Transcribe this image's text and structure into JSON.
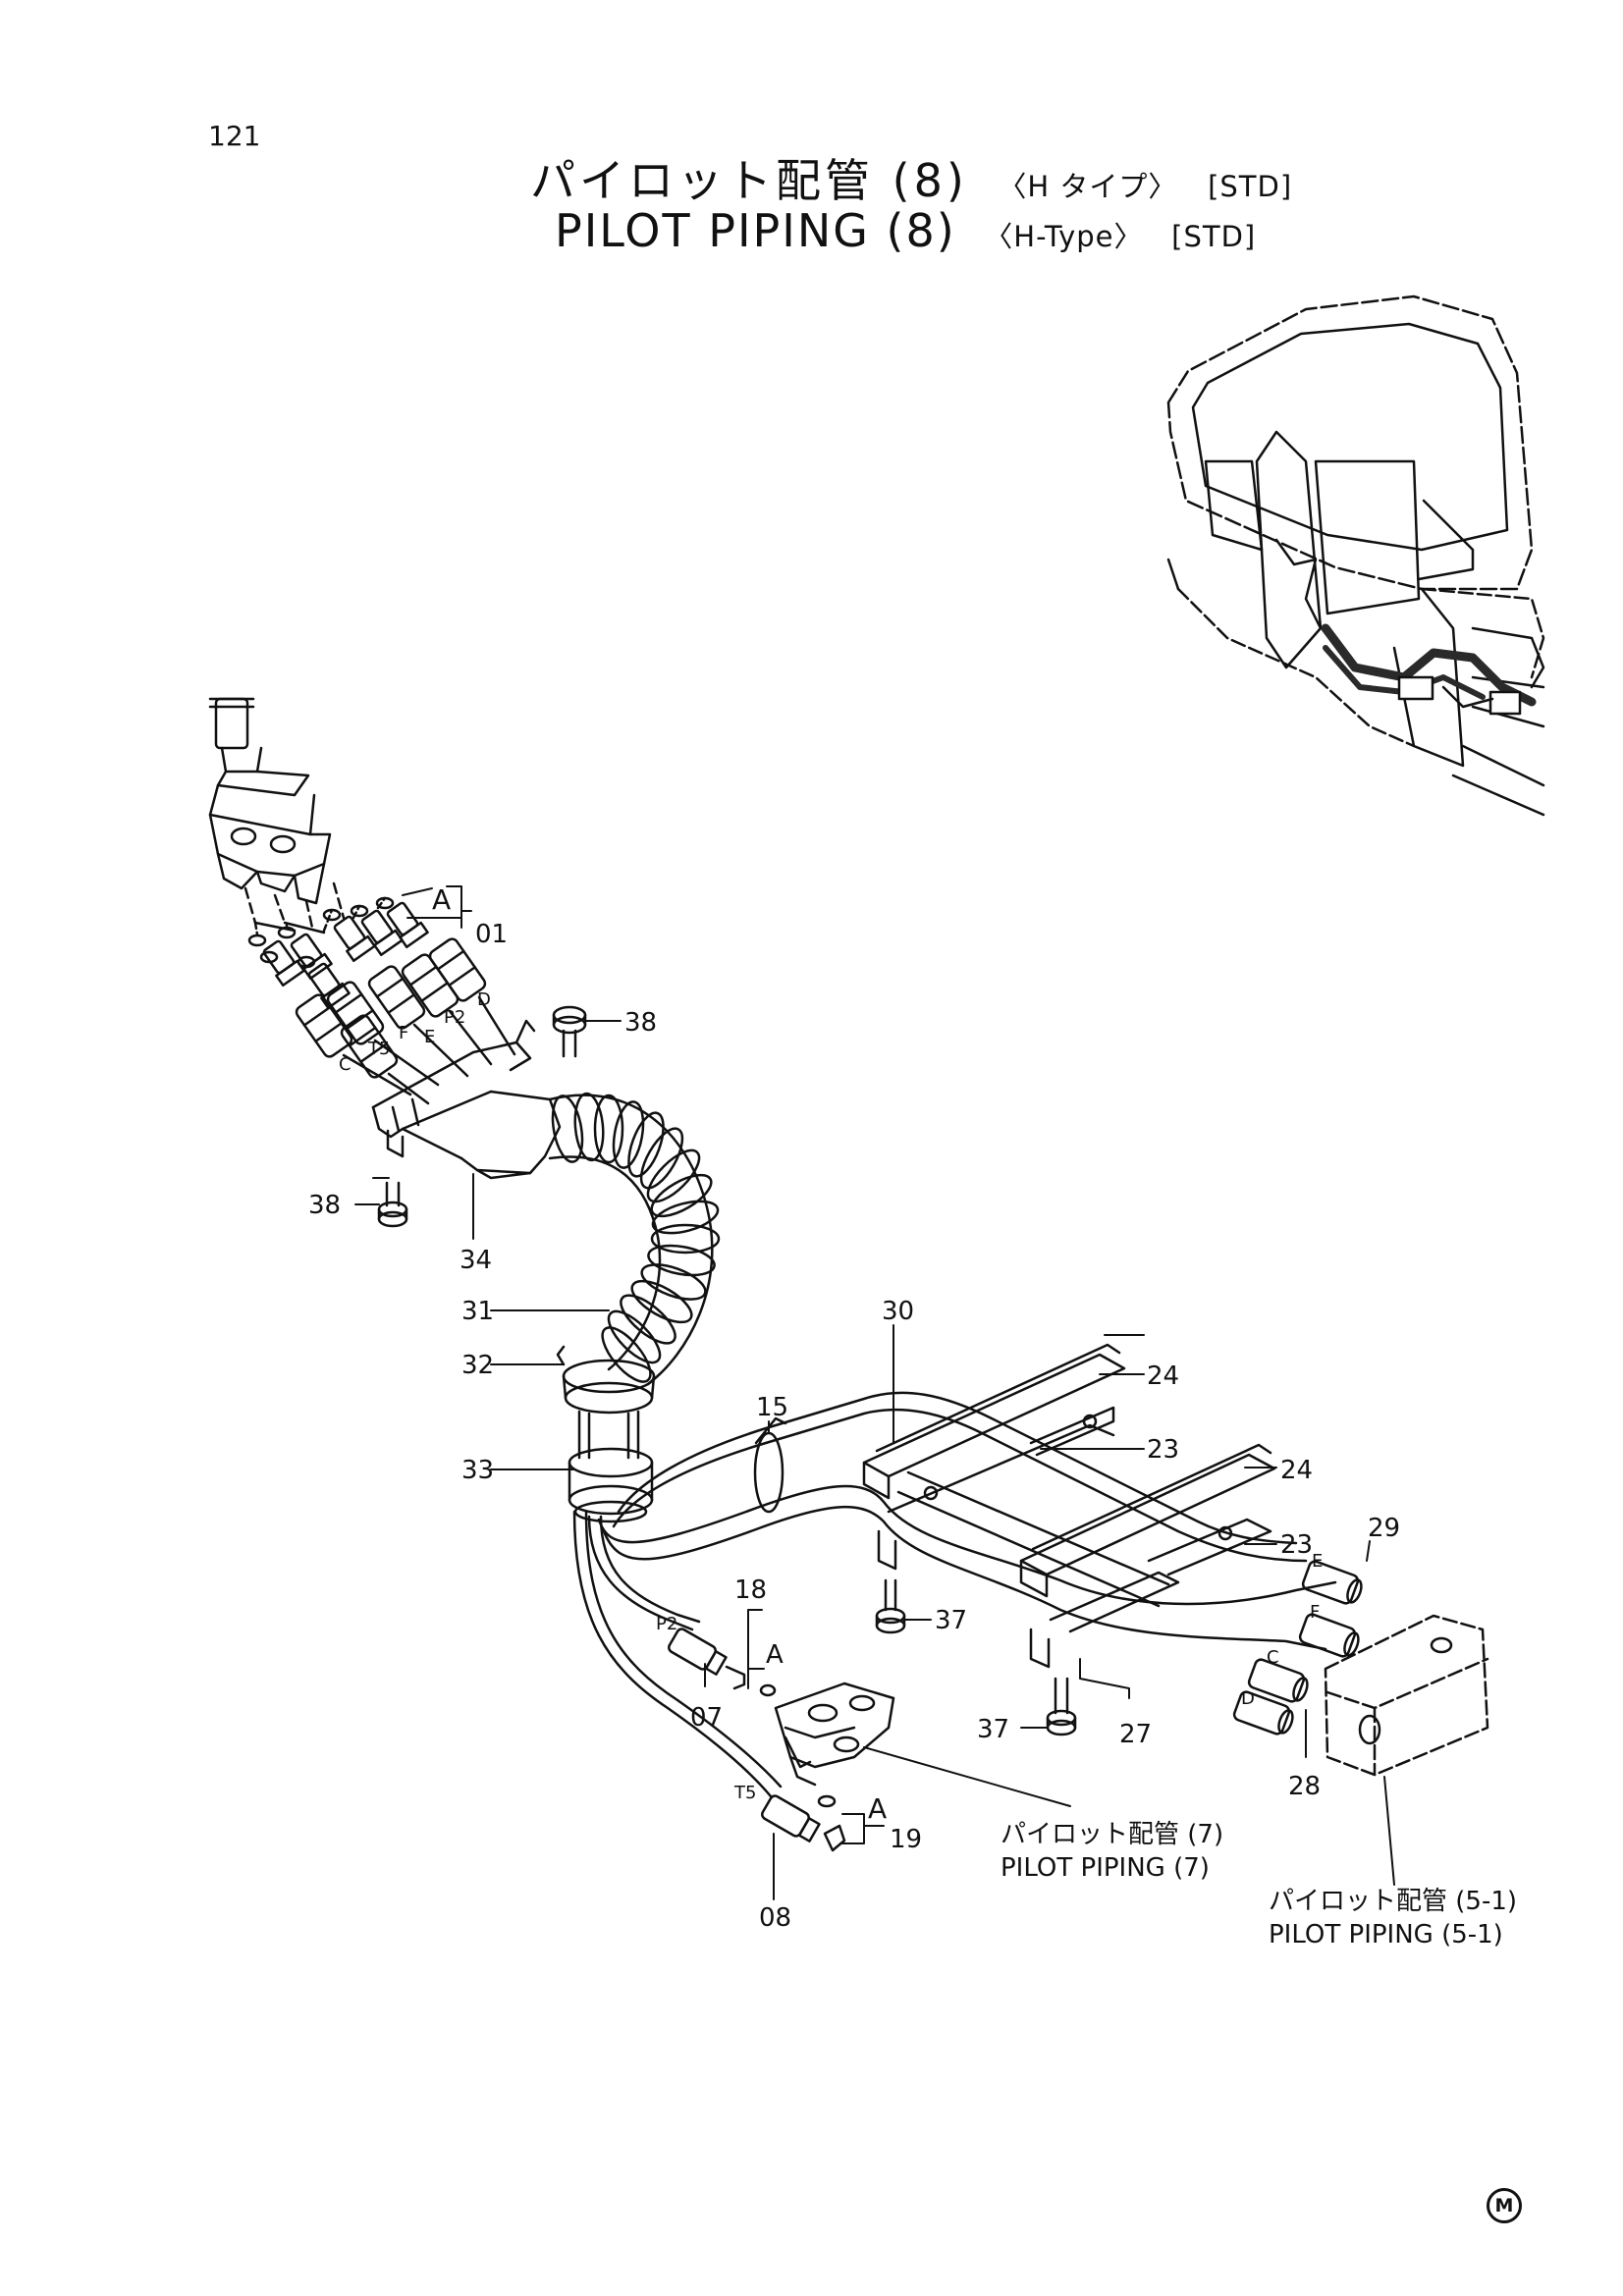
{
  "page_number": "121",
  "title": {
    "jp_main": "パイロット配管 (8)",
    "jp_type": "〈H タイプ〉",
    "jp_std": "[STD]",
    "en_main": "PILOT PIPING (8)",
    "en_type": "〈H-Type〉",
    "en_std": "[STD]"
  },
  "part_labels": {
    "p01": "01",
    "p07": "07",
    "p08": "08",
    "p15": "15",
    "p18": "18",
    "p19": "19",
    "p23a": "23",
    "p23b": "23",
    "p24a": "24",
    "p24b": "24",
    "p27": "27",
    "p28": "28",
    "p29": "29",
    "p30": "30",
    "p31": "31",
    "p32": "32",
    "p33": "33",
    "p34": "34",
    "p37a": "37",
    "p37b": "37",
    "p38a": "38",
    "p38b": "38"
  },
  "port_labels": {
    "a1": "A",
    "a2": "A",
    "a3": "A",
    "c1": "C",
    "c2": "C",
    "d1": "D",
    "d2": "D",
    "e1": "E",
    "e2": "E",
    "f1": "F",
    "f2": "F",
    "t5a": "T5",
    "t5b": "T5",
    "p2a": "P2",
    "p2b": "P2"
  },
  "references": {
    "ref7_jp": "パイロット配管 (7)",
    "ref7_en": "PILOT PIPING (7)",
    "ref51_jp": "パイロット配管 (5-1)",
    "ref51_en": "PILOT PIPING (5-1)"
  },
  "corner_mark": "M"
}
